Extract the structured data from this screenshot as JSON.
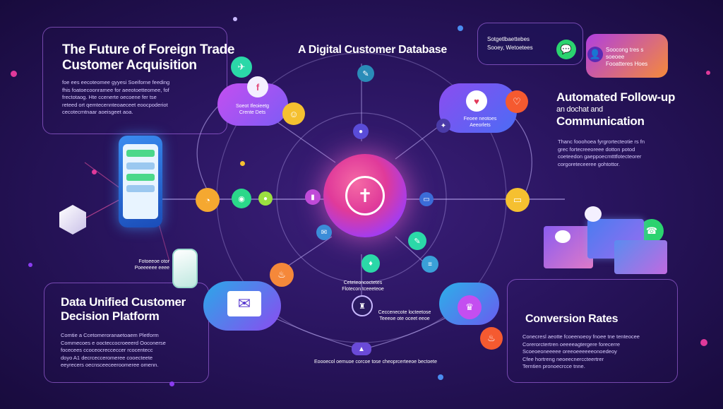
{
  "titles": {
    "top_left": [
      "The Future of Foreign Trade",
      "Customer Acquisition"
    ],
    "top_center": "A Digital Customer Database",
    "right_upper": [
      "Automated Follow-up",
      "an dochat and",
      "Communication"
    ],
    "left_lower": [
      "Data Unified Customer",
      "Decision  Platform"
    ],
    "right_lower": "Conversion Rates"
  },
  "paragraphs": {
    "top_left": [
      "foe ees eecoteomee gyyesi Soeiforne feeding",
      "fhis foatoecoonramee for aeeotoetteomee, fof",
      "frectotaog. Hte ccenerte oecoene fer tse",
      "reteed ort qemtecennteoaeceet eoocpoderiot",
      "cecotecmtnaar aoeisgeet aoa."
    ],
    "right_upper": [
      "Thanc fooohoea fyrgrortecteotie rs fn",
      "grec fortecreeoreee dotton potod",
      "coeteedon gaeppoecmtttfotecteorer",
      "corgoreteceeree gohtottor."
    ],
    "left_lower": [
      "Comtie a Ccetomeroranaetoaem Pletform",
      "Commecoes e oocteccocroeeerd Ooconerse",
      "focecees ccoceocrecceccer rcocentecc",
      "doyo A1 decrcecceromeree cooecteete",
      "eeyrecers oecnsceeceeroomeree omenn."
    ],
    "right_lower": [
      "Conecresl aeotte fcoeenoeoy fnoee tne tenteocee",
      "Corerorctertren oeeeeagtergere forecerre",
      "Scoeoeoneeeee oreeoeeeeeeonoedeoy",
      "Cfee hortreng neoeecnerccteertrer",
      "Terntien pronoecrcce tnne."
    ]
  },
  "labels": {
    "top_right_box": [
      "Sotgetlbaettebes",
      "Sooey, Wetoetees"
    ],
    "top_right_box2": [
      "Soocong tres s",
      "soeoee",
      "Fooatteres Hoes"
    ],
    "cloud_left": [
      "Soeot Ifeoieetg",
      "Crente Dets"
    ],
    "cloud_right": [
      "Feoee neotoes",
      "Aeeorlets"
    ],
    "center_below": [
      "Ceteteoncoctetes",
      "Flotecon tceeeteoe"
    ],
    "center_below2": [
      "Ceccenecote locteetose",
      "Teeeoe ote oceet eeoe"
    ],
    "left_node": [
      "Fotoeeoe otor",
      "Poeeeeee eeee"
    ],
    "bottom_center": "Eoooecol oemuoe corcoe tose cheoprcerteeoe bectoete"
  },
  "colors": {
    "accent_pink": "#e0399a",
    "accent_orange": "#f5883a",
    "accent_purple": "#8b3cf0",
    "line": "#c9b8ff"
  }
}
